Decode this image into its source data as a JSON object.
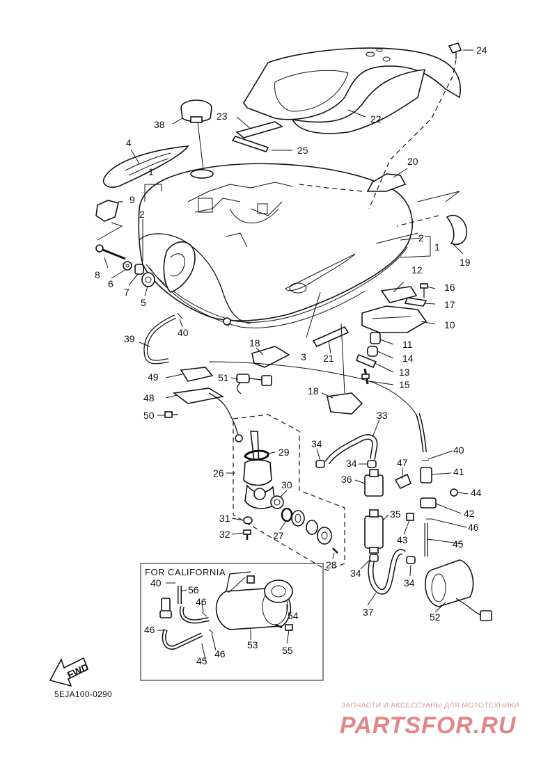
{
  "diagram": {
    "code": "5EJA100-0290",
    "california_box_label": "FOR CALIFORNIA",
    "fwd_label": "FWD",
    "callouts": [
      "1",
      "1",
      "2",
      "2",
      "3",
      "4",
      "5",
      "6",
      "7",
      "8",
      "9",
      "10",
      "11",
      "12",
      "13",
      "14",
      "15",
      "16",
      "17",
      "18",
      "18",
      "19",
      "20",
      "21",
      "22",
      "23",
      "24",
      "25",
      "26",
      "27",
      "28",
      "29",
      "30",
      "31",
      "32",
      "33",
      "34",
      "34",
      "34",
      "34",
      "35",
      "36",
      "37",
      "38",
      "39",
      "40",
      "40",
      "40",
      "41",
      "42",
      "43",
      "44",
      "45",
      "45",
      "46",
      "46",
      "46",
      "46",
      "47",
      "48",
      "49",
      "50",
      "51",
      "52",
      "53",
      "54",
      "55",
      "56"
    ]
  },
  "watermark": {
    "tagline": "ЗАПЧАСТИ И АКСЕССУАРЫ ДЛЯ МОТОТЕХНИКИ",
    "brand": "PARTSFOR.RU"
  }
}
